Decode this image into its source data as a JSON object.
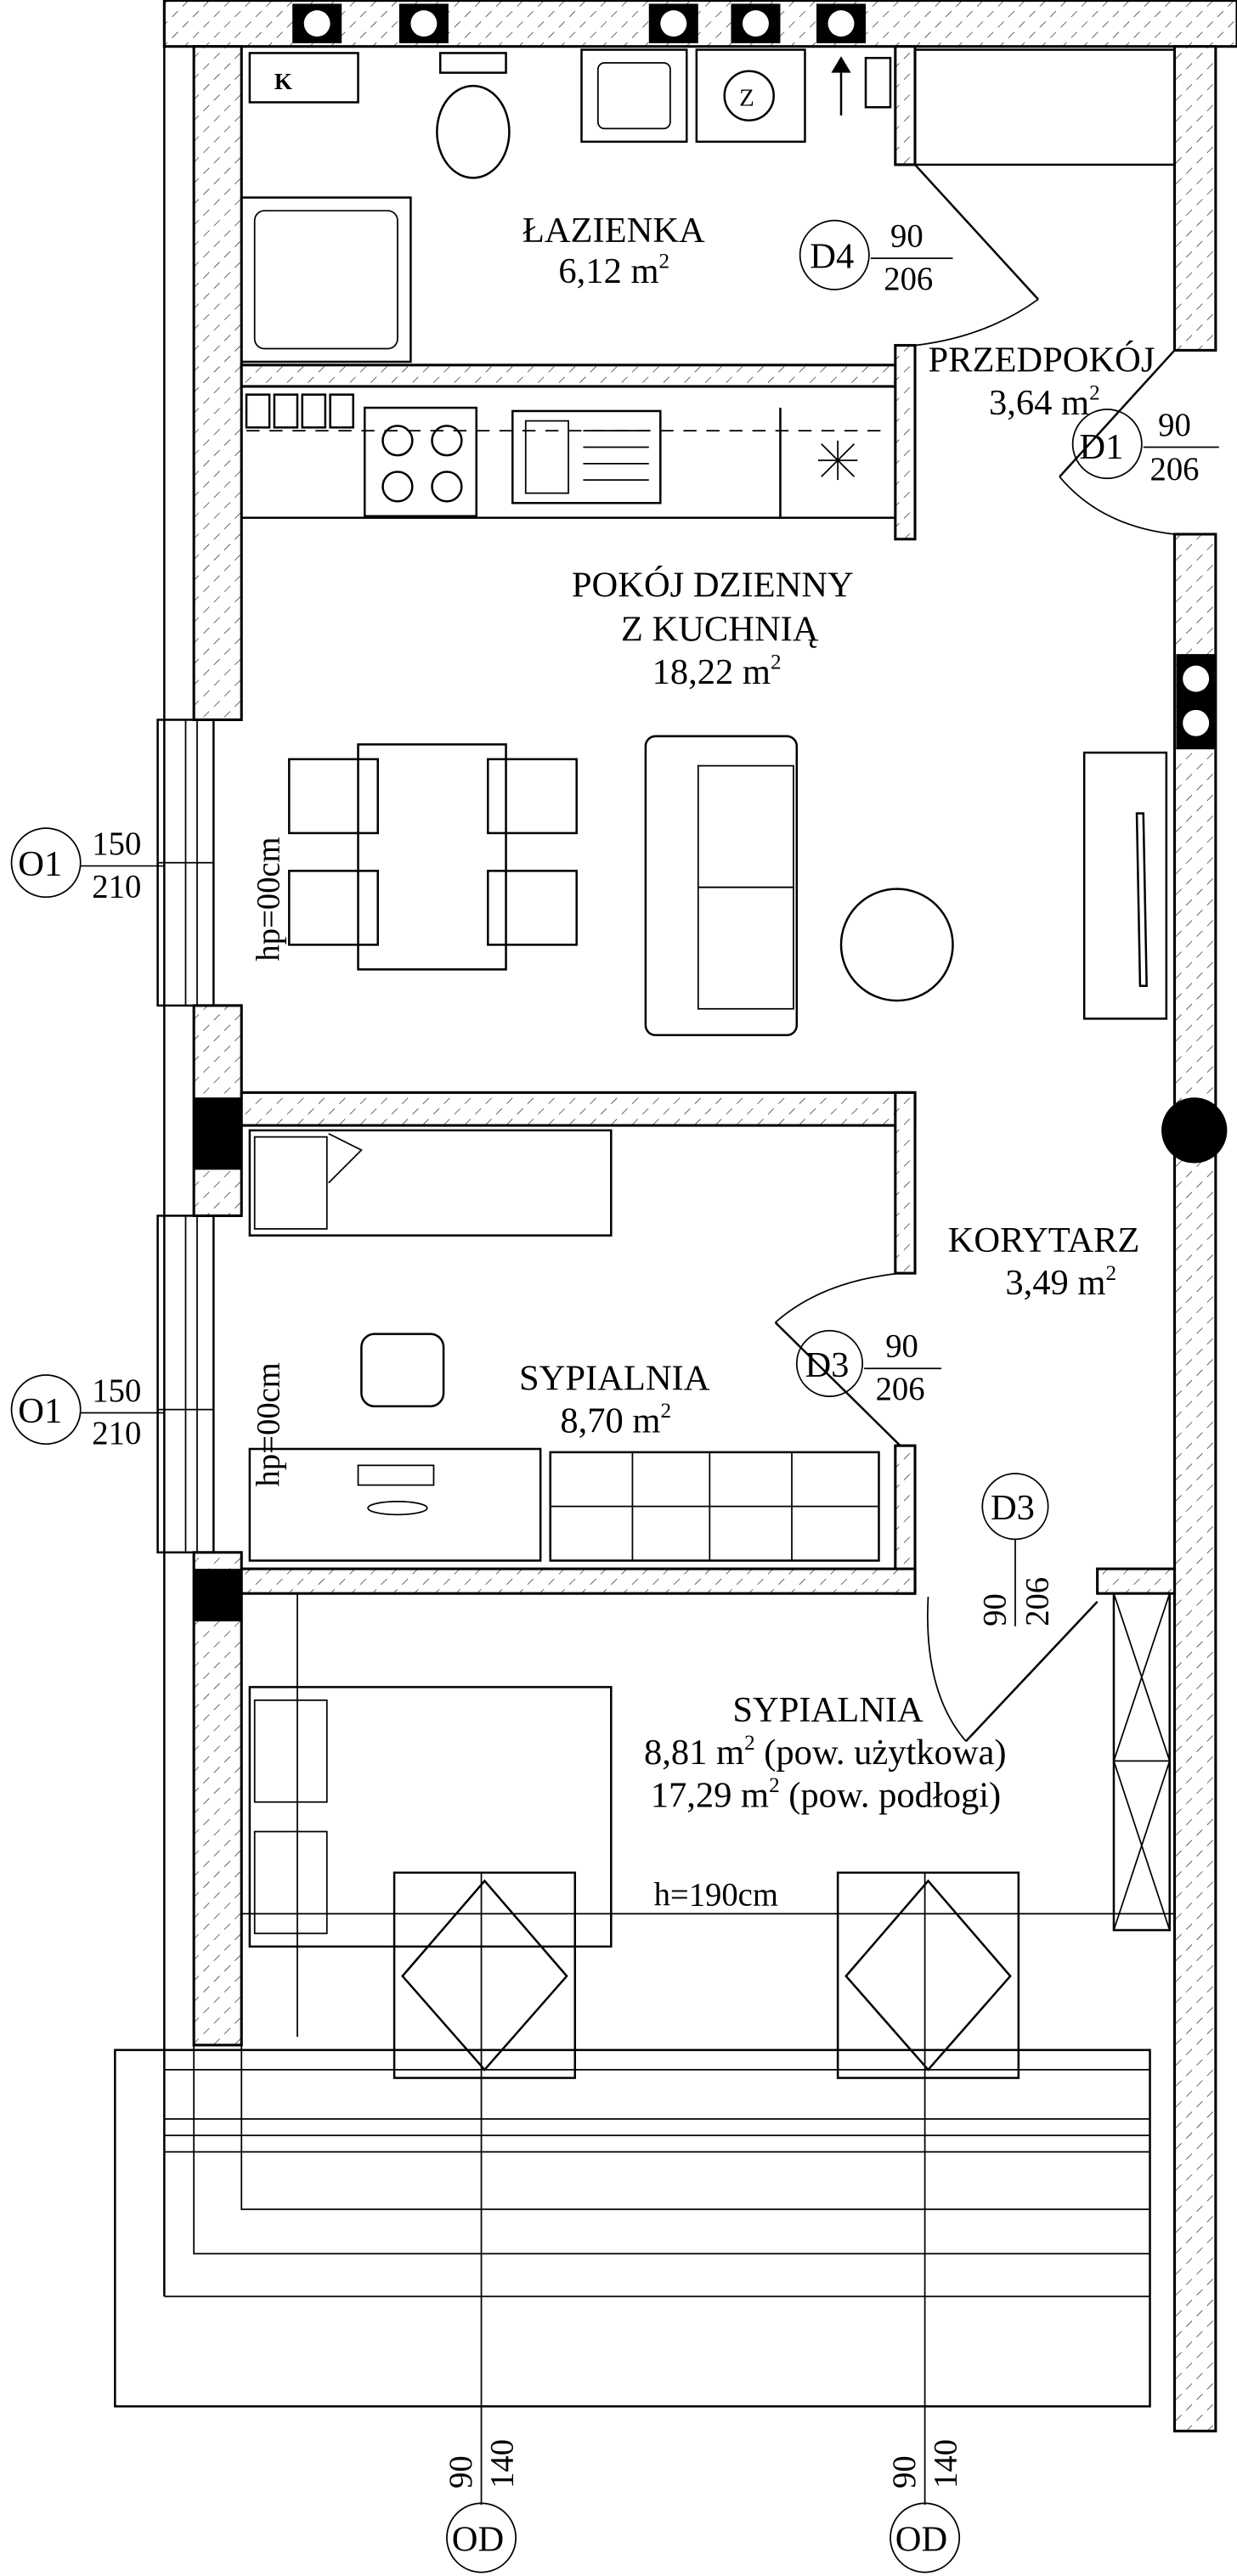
{
  "rooms": {
    "lazienka": {
      "name": "ŁAZIENKA",
      "area": "6,12 m",
      "sup": "2"
    },
    "przedpokoj": {
      "name": "PRZEDPOKÓJ",
      "area": "3,64 m",
      "sup": "2"
    },
    "pokoj": {
      "name1": "POKÓJ DZIENNY",
      "name2": "Z KUCHNIĄ",
      "area": "18,22 m",
      "sup": "2"
    },
    "korytarz": {
      "name": "KORYTARZ",
      "area": "3,49 m",
      "sup": "2"
    },
    "sypialnia1": {
      "name": "SYPIALNIA",
      "area": "8,70 m",
      "sup": "2"
    },
    "sypialnia2": {
      "name": "SYPIALNIA",
      "area1": "8,81 m",
      "note1": " (pow. użytkowa)",
      "area2": "17,29 m",
      "note2": " (pow. podłogi)",
      "sup": "2"
    }
  },
  "doors": [
    {
      "tag": "D4",
      "width": "90",
      "height": "206"
    },
    {
      "tag": "D1",
      "width": "90",
      "height": "206"
    },
    {
      "tag": "D3",
      "width": "90",
      "height": "206"
    },
    {
      "tag": "D3",
      "width": "90",
      "height": "206"
    }
  ],
  "windows": [
    {
      "tag": "O1",
      "width": "150",
      "height": "210",
      "sill": "hp=00cm"
    },
    {
      "tag": "O1",
      "width": "150",
      "height": "210",
      "sill": "hp=00cm"
    }
  ],
  "balcony_doors": [
    {
      "tag": "OD",
      "width": "90",
      "height": "140"
    },
    {
      "tag": "OD",
      "width": "90",
      "height": "140"
    }
  ],
  "annotations": {
    "ceiling_height": "h=190cm",
    "boiler": "K",
    "washer": "Z"
  }
}
